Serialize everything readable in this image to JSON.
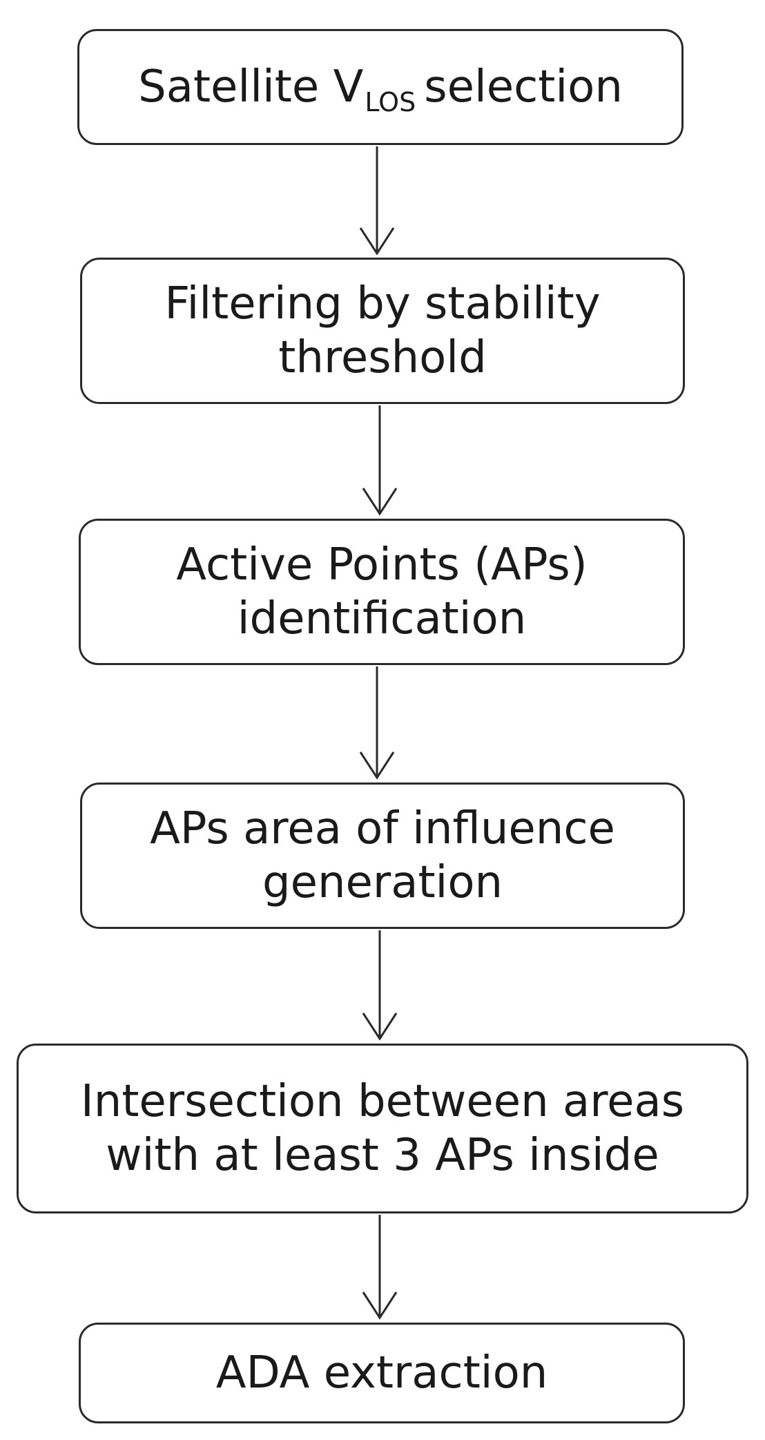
{
  "steps": [
    {
      "id": "s1",
      "parts": {
        "pre": "Satellite V",
        "sub": "LOS",
        "post": "selection"
      }
    },
    {
      "id": "s2",
      "lines": [
        "Filtering by stability",
        "threshold"
      ]
    },
    {
      "id": "s3",
      "lines": [
        "Active Points (APs)",
        "identification"
      ]
    },
    {
      "id": "s4",
      "lines": [
        "APs area of influence",
        "generation"
      ]
    },
    {
      "id": "s5",
      "lines": [
        "Intersection between areas",
        "with at least 3 APs inside"
      ]
    },
    {
      "id": "s6",
      "lines": [
        "ADA extraction"
      ]
    }
  ],
  "connections": [
    {
      "from": "s1",
      "to": "s2"
    },
    {
      "from": "s2",
      "to": "s3"
    },
    {
      "from": "s3",
      "to": "s4"
    },
    {
      "from": "s4",
      "to": "s5"
    },
    {
      "from": "s5",
      "to": "s6"
    }
  ],
  "colors": {
    "stroke": "#2a2a2a",
    "text": "#1a1a1a",
    "background": "#ffffff"
  }
}
